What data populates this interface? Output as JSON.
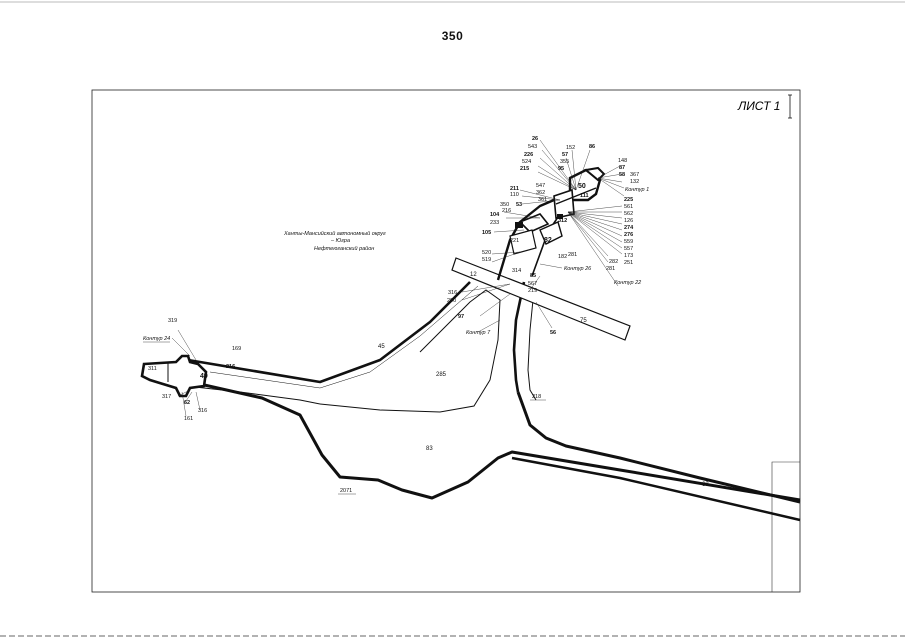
{
  "page": {
    "number": "350",
    "sheet": "ЛИСТ 1"
  },
  "legend": {
    "line1": "Ханты-Мансийский автономный округ",
    "line2": "– Югра",
    "line3": "Нефтеюганский район"
  },
  "labels": {
    "p26": "26",
    "p543": "543",
    "p226": "226",
    "p524": "524",
    "p215": "215",
    "p152": "152",
    "p57": "57",
    "p86": "86",
    "p95": "95",
    "p355": "355",
    "p148": "148",
    "p87": "87",
    "p58": "58",
    "p367": "367",
    "p132": "132",
    "kontur1": "Контур 1",
    "p225": "225",
    "p561": "561",
    "p562": "562",
    "p126": "126",
    "p274": "274",
    "p276": "276",
    "p559": "559",
    "p557": "557",
    "p173": "173",
    "p251": "251",
    "p211": "211",
    "p110": "110",
    "p547": "547",
    "p362": "362",
    "p361": "361",
    "p50": "50",
    "p111": "111",
    "p53": "53",
    "p350": "350",
    "p216": "216",
    "p104": "104",
    "p233": "233",
    "p105": "105",
    "p221": "221",
    "p312": "312",
    "p82": "82",
    "p520": "520",
    "p519": "519",
    "p182": "182",
    "p281": "281",
    "p282": "282",
    "kontur22": "Контур 22",
    "p314": "314",
    "kontur26": "Контур 26",
    "p85": "85",
    "p567": "567",
    "p219": "219",
    "p316": "316",
    "p200": "200",
    "p97": "97",
    "kontur7": "Контур 7",
    "p56": "56",
    "p12": "12",
    "p75": "75",
    "p319": "319",
    "kontur24": "Контур 24",
    "p169": "169",
    "p216b": "216",
    "p49": "49",
    "p311": "311",
    "p317": "317",
    "p62": "62",
    "p316b": "316",
    "p161": "161",
    "p45": "45",
    "p285": "285",
    "p83": "83",
    "p2071": "2071",
    "p218": "218",
    "p63": "63"
  }
}
